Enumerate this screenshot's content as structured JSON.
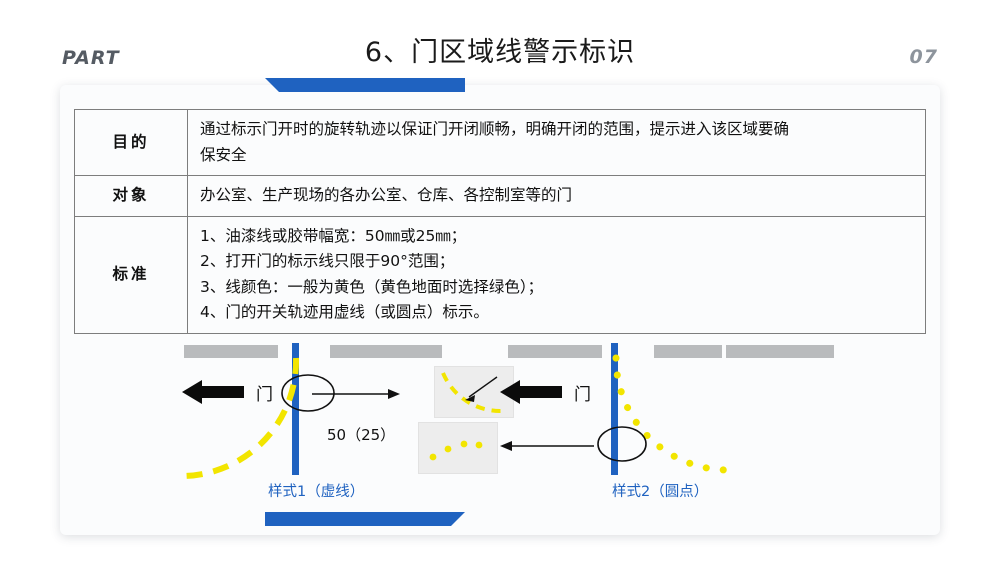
{
  "header": {
    "part_label": "PART",
    "page_number": "07",
    "title": "6、门区域线警示标识"
  },
  "spec_table": {
    "rows": [
      {
        "key": "目的",
        "lines": [
          "通过标示门开时的旋转轨迹以保证门开闭顺畅，明确开闭的范围，提示进入该区域要确",
          "保安全"
        ]
      },
      {
        "key": "对象",
        "lines": [
          "办公室、生产现场的各办公室、仓库、各控制室等的门"
        ]
      },
      {
        "key": "标准",
        "lines": [
          "1、油漆线或胶带幅宽：50㎜或25㎜；",
          "2、打开门的标示线只限于90°范围；",
          "3、线颜色：一般为黄色（黄色地面时选择绿色）；",
          "4、门的开关轨迹用虚线（或圆点）标示。"
        ]
      }
    ]
  },
  "diagram": {
    "door_label_left": "门",
    "door_label_right": "门",
    "dimension_label": "50（25）",
    "caption_left": "样式1（虚线）",
    "caption_right": "样式2（圆点）",
    "colors": {
      "accent_blue": "#1f62c0",
      "marking_yellow": "#f2e500",
      "wall_gray": "#b9bbbd"
    }
  }
}
